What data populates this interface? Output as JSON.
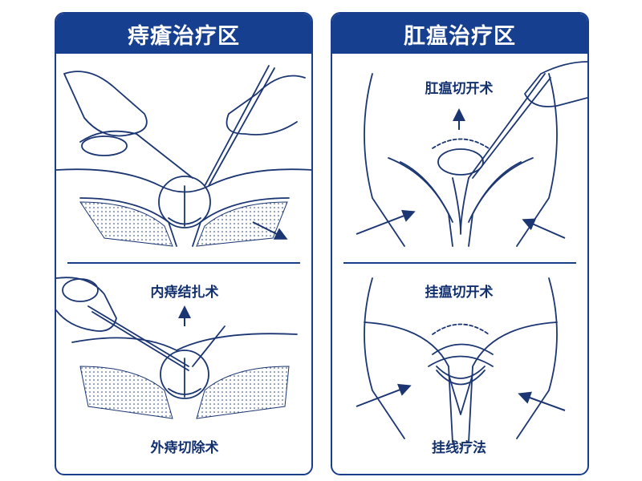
{
  "left_panel": {
    "title": "痔瘡治疗区",
    "top_label": "内痔结扎术",
    "bottom_label": "外痔切除术"
  },
  "right_panel": {
    "title": "肛瘟治疗区",
    "top_label": "肛瘟切开术",
    "middle_label": "挂瘟切开术",
    "bottom_label": "挂线疗法"
  },
  "colors": {
    "navy": "#173f8f",
    "line": "#1b3672"
  }
}
